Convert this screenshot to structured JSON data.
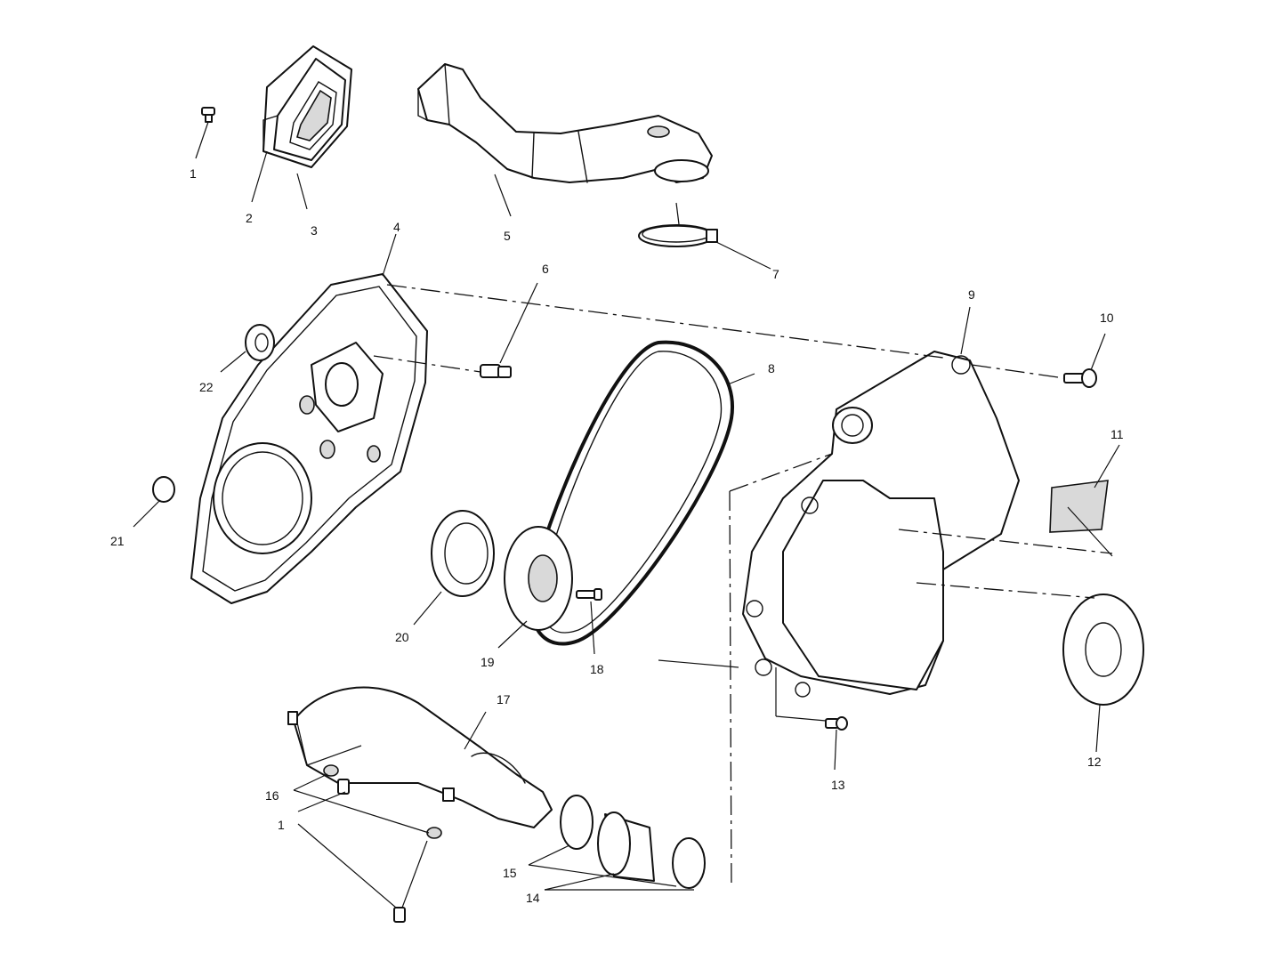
{
  "diagram": {
    "callouts": [
      {
        "id": "c1a",
        "label": "1"
      },
      {
        "id": "c2",
        "label": "2"
      },
      {
        "id": "c3",
        "label": "3"
      },
      {
        "id": "c4",
        "label": "4"
      },
      {
        "id": "c5",
        "label": "5"
      },
      {
        "id": "c6",
        "label": "6"
      },
      {
        "id": "c7",
        "label": "7"
      },
      {
        "id": "c8",
        "label": "8"
      },
      {
        "id": "c9",
        "label": "9"
      },
      {
        "id": "c10",
        "label": "10"
      },
      {
        "id": "c11",
        "label": "11"
      },
      {
        "id": "c12",
        "label": "12"
      },
      {
        "id": "c13",
        "label": "13"
      },
      {
        "id": "c14",
        "label": "14"
      },
      {
        "id": "c15",
        "label": "15"
      },
      {
        "id": "c16",
        "label": "16"
      },
      {
        "id": "c1b",
        "label": "1"
      },
      {
        "id": "c17",
        "label": "17"
      },
      {
        "id": "c18",
        "label": "18"
      },
      {
        "id": "c19",
        "label": "19"
      },
      {
        "id": "c20",
        "label": "20"
      },
      {
        "id": "c21",
        "label": "21"
      },
      {
        "id": "c22",
        "label": "22"
      }
    ]
  }
}
